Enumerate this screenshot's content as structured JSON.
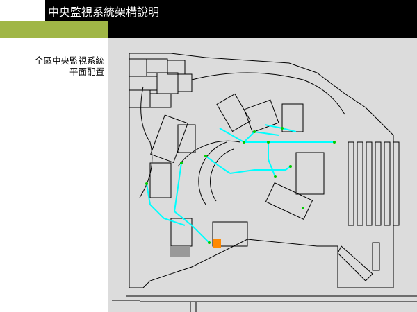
{
  "header": {
    "title": "中央監視系統架構說明"
  },
  "sidebar": {
    "subtitle_line1": "全區中央監視系統",
    "subtitle_line2": "平面配置"
  },
  "colors": {
    "accent_green": "#a0b646",
    "panel_gray": "#dcdcdc",
    "network_line": "#00ffff",
    "node": "#00cc00"
  }
}
